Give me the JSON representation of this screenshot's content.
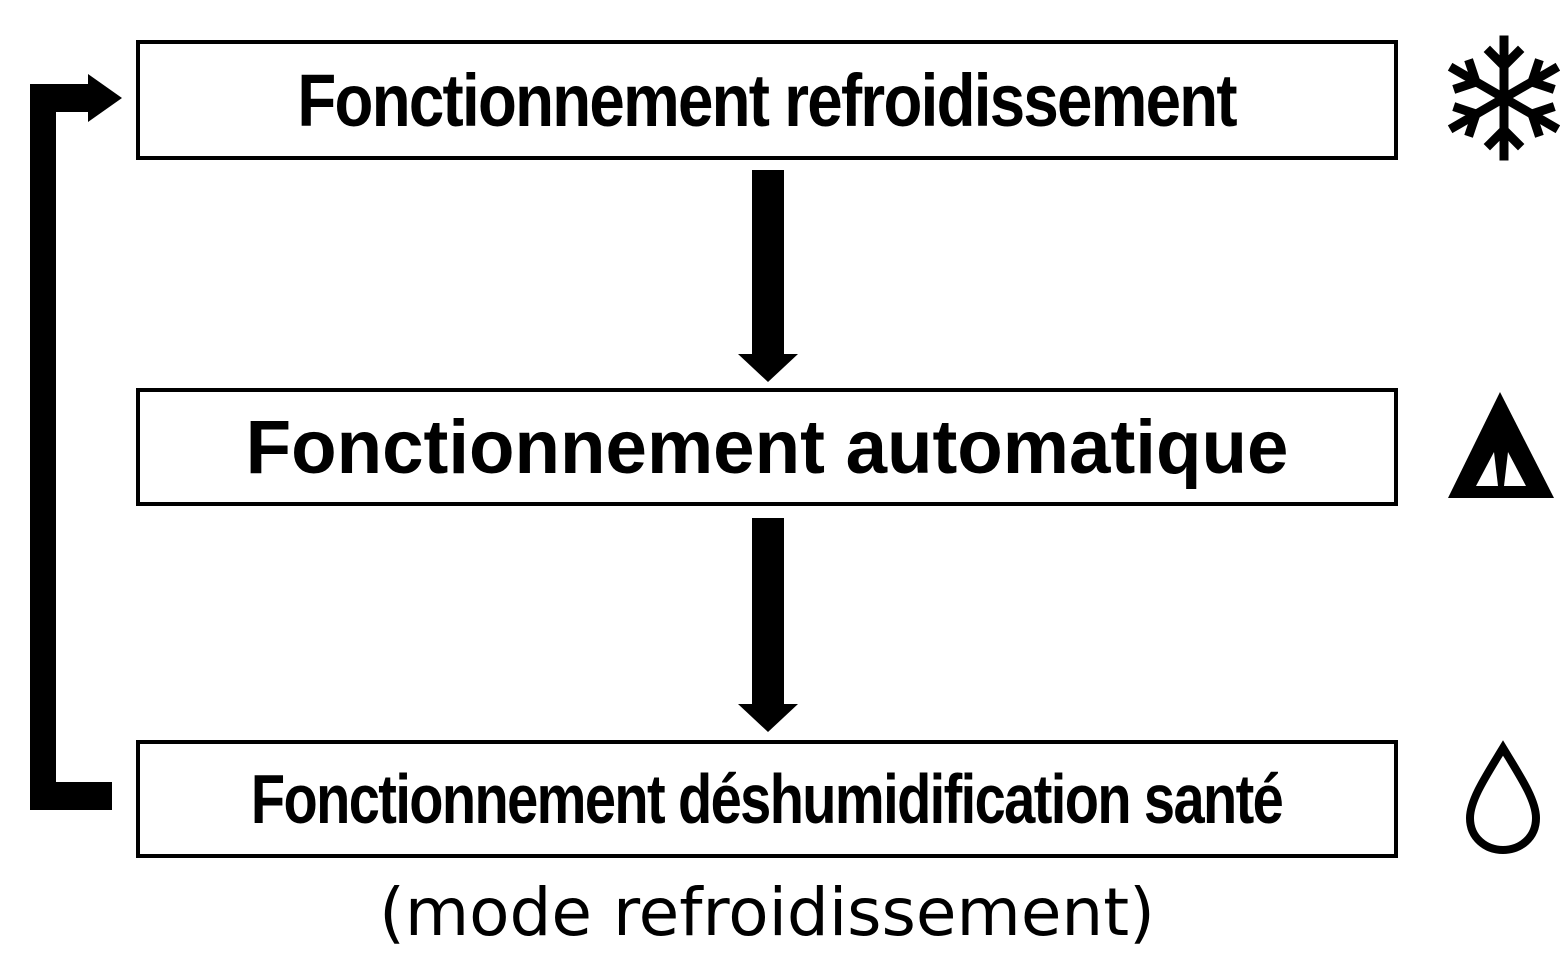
{
  "modes": [
    {
      "id": "cool",
      "label": "Fonctionnement refroidissement",
      "icon": "snowflake-icon"
    },
    {
      "id": "auto",
      "label": "Fonctionnement automatique",
      "icon": "auto-mode-icon"
    },
    {
      "id": "dry",
      "label": "Fonctionnement déshumidification santé",
      "icon": "water-drop-icon"
    }
  ],
  "caption": "(mode refroidissement)",
  "colors": {
    "line": "#000000",
    "background": "#ffffff"
  }
}
